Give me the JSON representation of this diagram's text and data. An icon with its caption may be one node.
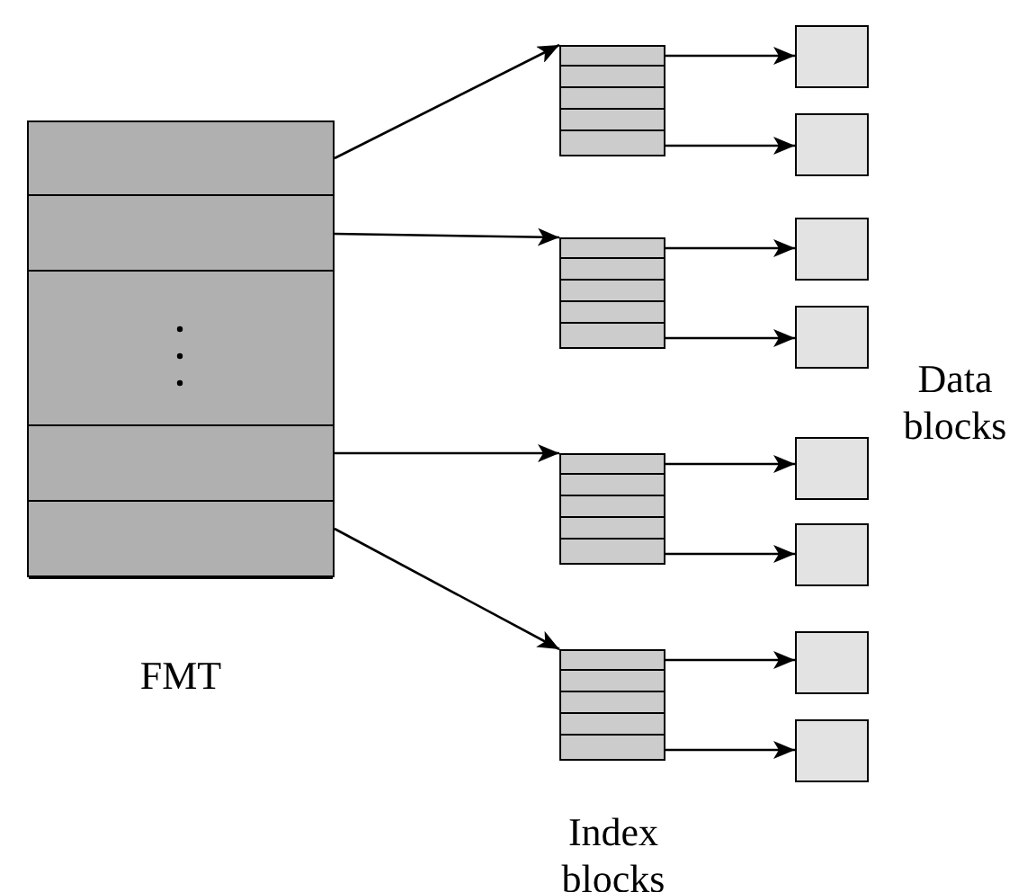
{
  "diagram": {
    "nodes": [
      {
        "text": [],
        "shape": "table",
        "beside": [
          "FMT"
        ]
      },
      {
        "text": [],
        "shape": "table"
      },
      {
        "text": [],
        "shape": "table"
      },
      {
        "text": [],
        "shape": "table"
      },
      {
        "text": [],
        "shape": "table"
      },
      {
        "text": [],
        "shape": "box"
      },
      {
        "text": [],
        "shape": "box"
      },
      {
        "text": [],
        "shape": "box"
      },
      {
        "text": [],
        "shape": "box"
      },
      {
        "text": [],
        "shape": "box"
      },
      {
        "text": [],
        "shape": "box"
      },
      {
        "text": [],
        "shape": "box"
      },
      {
        "text": [],
        "shape": "box"
      }
    ],
    "edges": [
      {
        "from": 0,
        "to": 1,
        "arrow": "to"
      },
      {
        "from": 0,
        "to": 2,
        "arrow": "to"
      },
      {
        "from": 0,
        "to": 3,
        "arrow": "to"
      },
      {
        "from": 0,
        "to": 4,
        "arrow": "to"
      },
      {
        "from": 1,
        "to": 5,
        "arrow": "to"
      },
      {
        "from": 1,
        "to": 6,
        "arrow": "to"
      },
      {
        "from": 2,
        "to": 7,
        "arrow": "to"
      },
      {
        "from": 2,
        "to": 8,
        "arrow": "to"
      },
      {
        "from": 3,
        "to": 9,
        "arrow": "to"
      },
      {
        "from": 3,
        "to": 10,
        "arrow": "to"
      },
      {
        "from": 4,
        "to": 11,
        "arrow": "to"
      },
      {
        "from": 4,
        "to": 12,
        "arrow": "to"
      }
    ],
    "labels": [
      "Data blocks",
      "Index blocks"
    ]
  }
}
